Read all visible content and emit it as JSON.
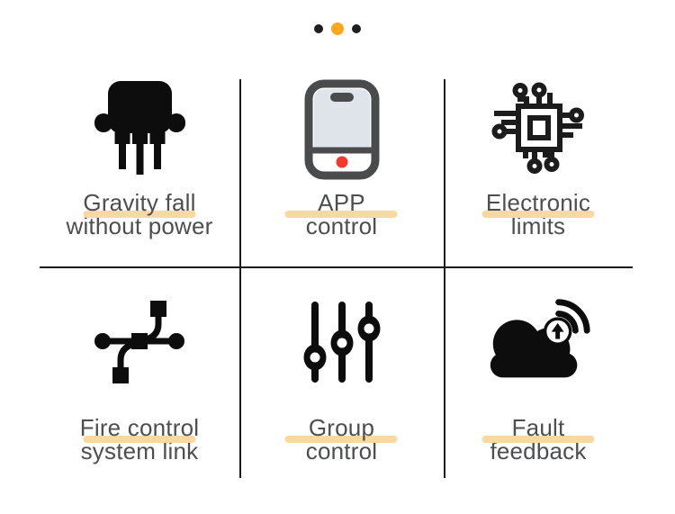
{
  "page": {
    "background_color": "#ffffff",
    "divider_color": "#1a1a1a"
  },
  "carousel": {
    "dot_count": 3,
    "active_dot_index": 1,
    "active_dot_color": "#ffa71d",
    "inactive_dot_color": "#1f1f1f"
  },
  "features": [
    {
      "icon": "transistor-icon",
      "label_line1": "Gravity fall",
      "label_line2": "without power"
    },
    {
      "icon": "smartphone-icon",
      "label_line1": "APP",
      "label_line2": "control"
    },
    {
      "icon": "chip-icon",
      "label_line1": "Electronic",
      "label_line2": "limits"
    },
    {
      "icon": "network-icon",
      "label_line1": "Fire control",
      "label_line2": "system link"
    },
    {
      "icon": "sliders-icon",
      "label_line1": "Group",
      "label_line2": "control"
    },
    {
      "icon": "cloud-upload-icon",
      "label_line1": "Fault",
      "label_line2": "feedback"
    }
  ],
  "styles": {
    "text_color": "#4d4e50",
    "highlight_bar_color": "#fad8a2",
    "icon_black": "#0d0d0d",
    "phone_frame_color": "#4a4b4d",
    "phone_screen_color": "#dfe3ea",
    "phone_button_color": "#f2392c"
  }
}
